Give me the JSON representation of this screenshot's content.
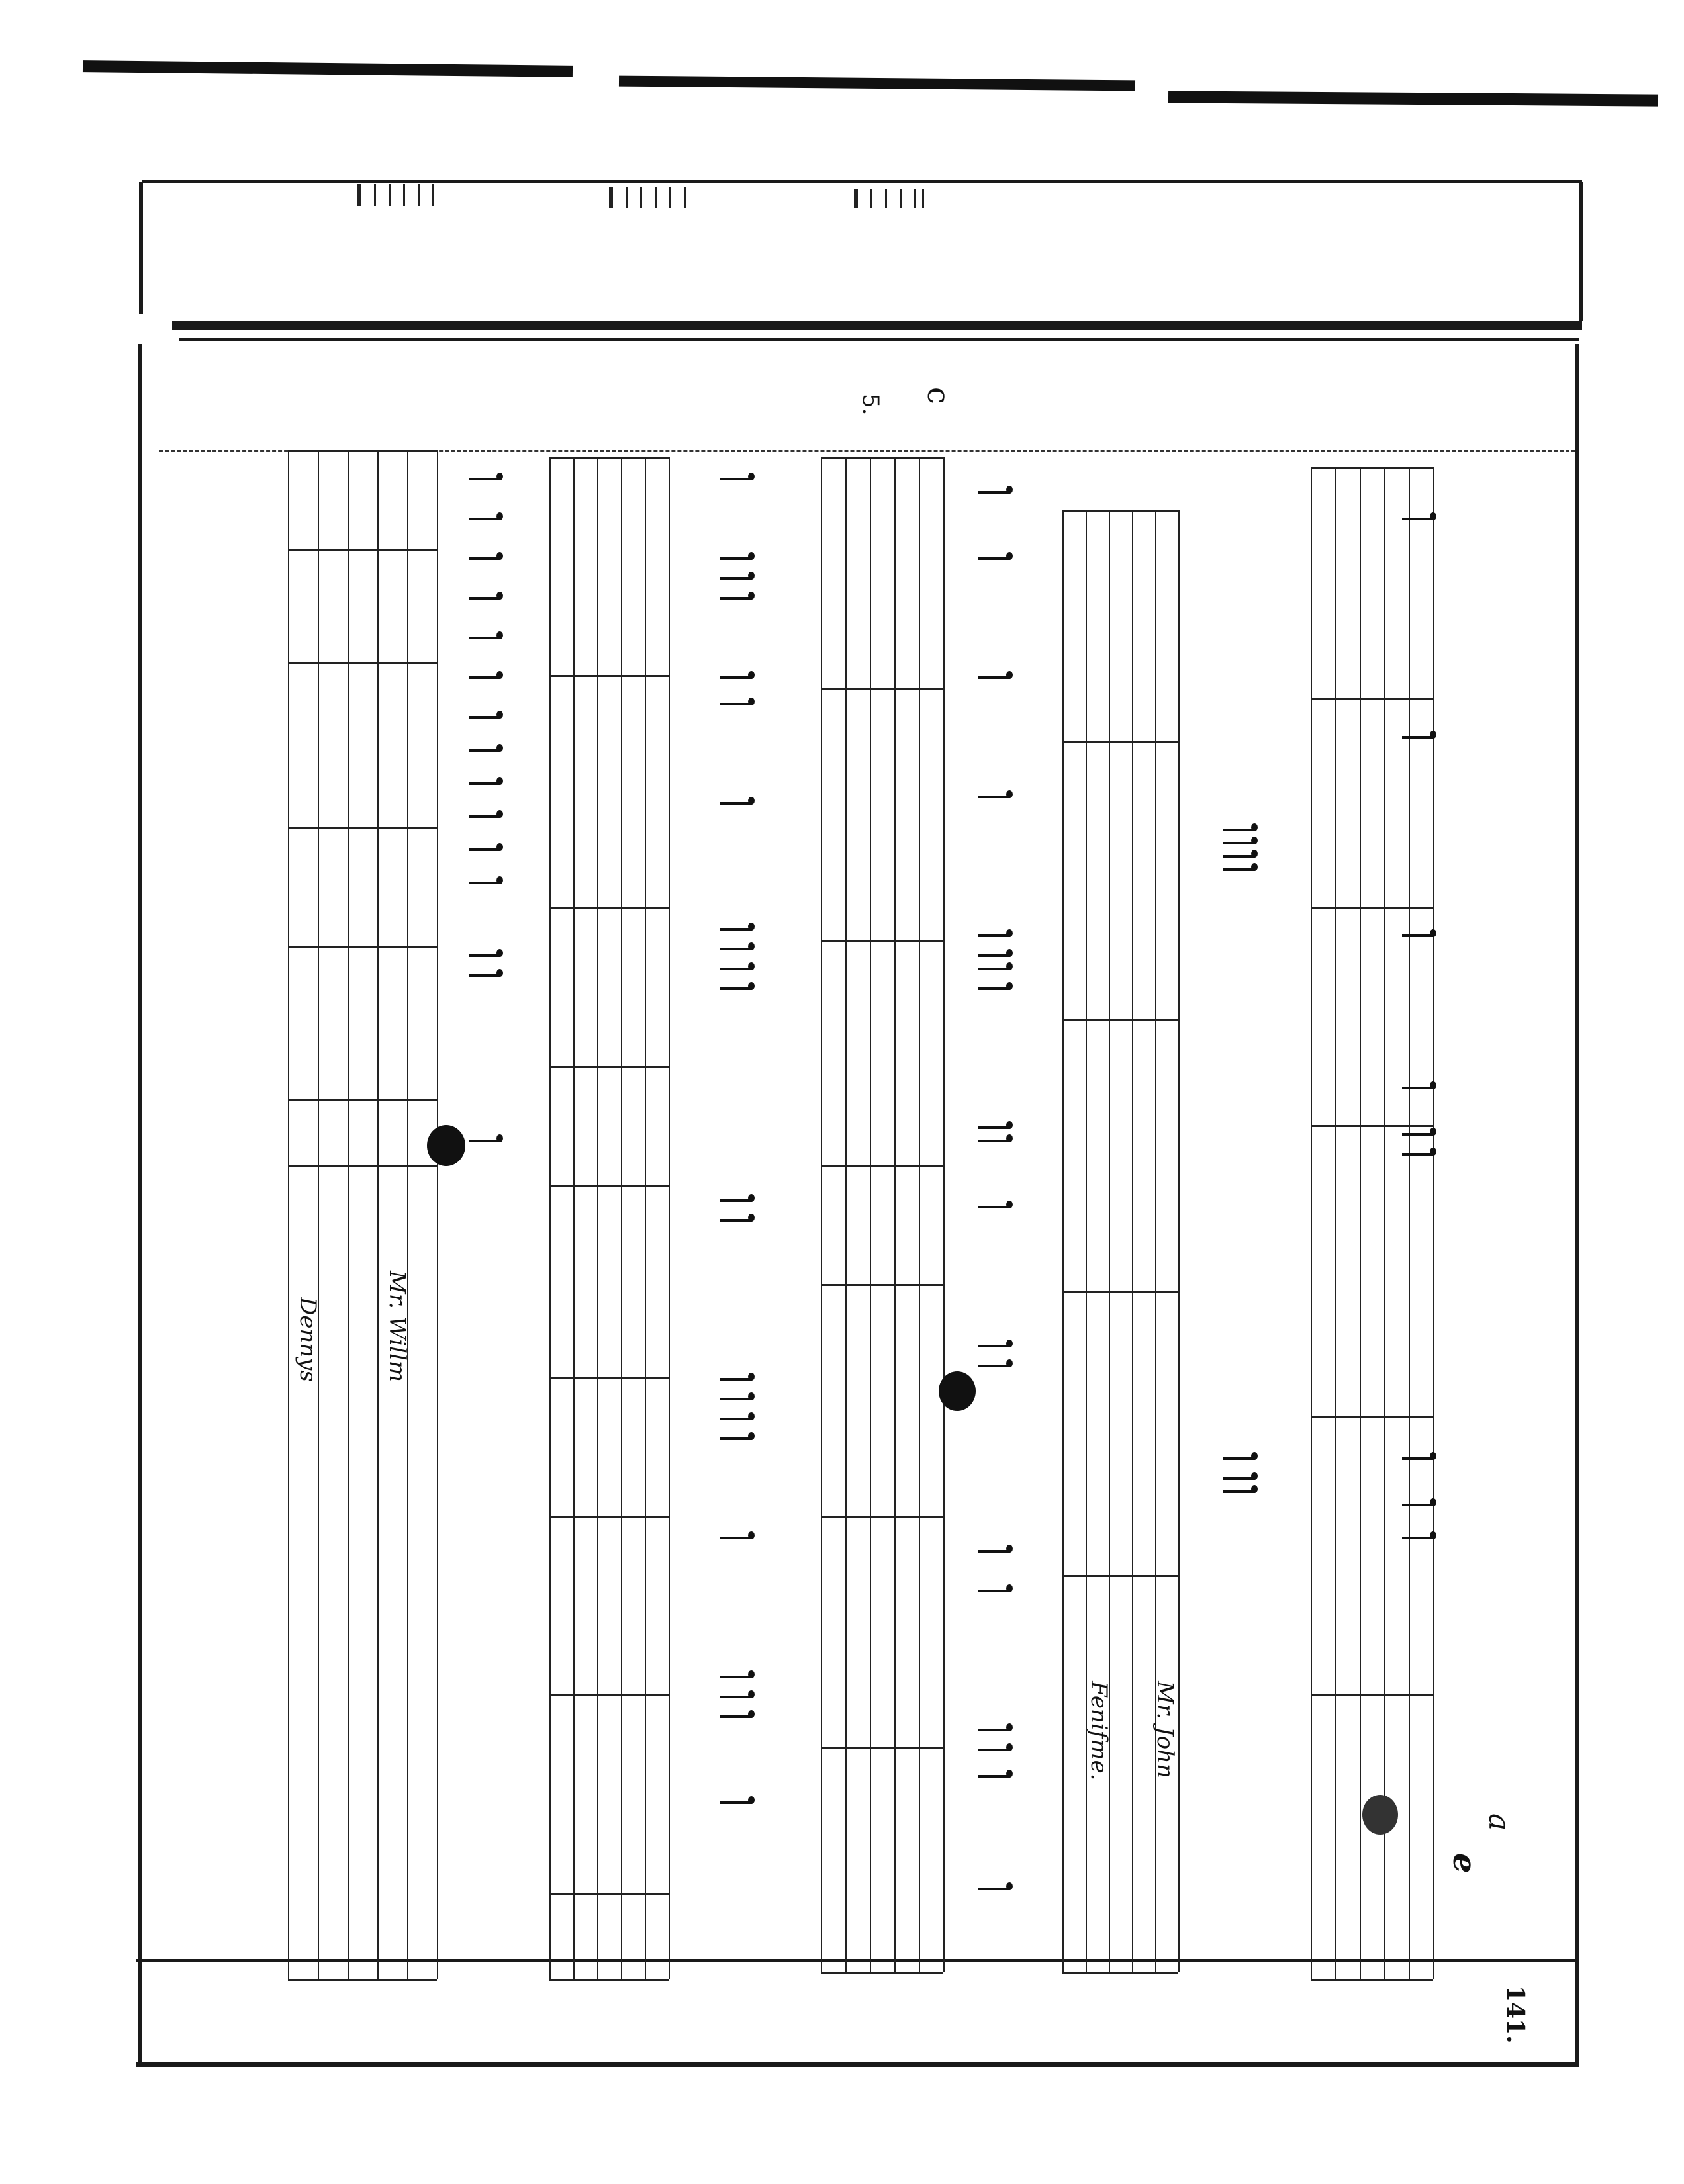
{
  "page": {
    "folio_label": "141.",
    "section_marks": [
      "c",
      "5."
    ],
    "margin_note": [
      "a",
      "e"
    ]
  },
  "pieces": [
    {
      "attribution": "Mr. Willm",
      "title": "Dennys"
    },
    {
      "attribution": "Mr. John",
      "title": "Fenifme."
    }
  ],
  "icons": {
    "ink_blot": "ink-blot-icon"
  }
}
